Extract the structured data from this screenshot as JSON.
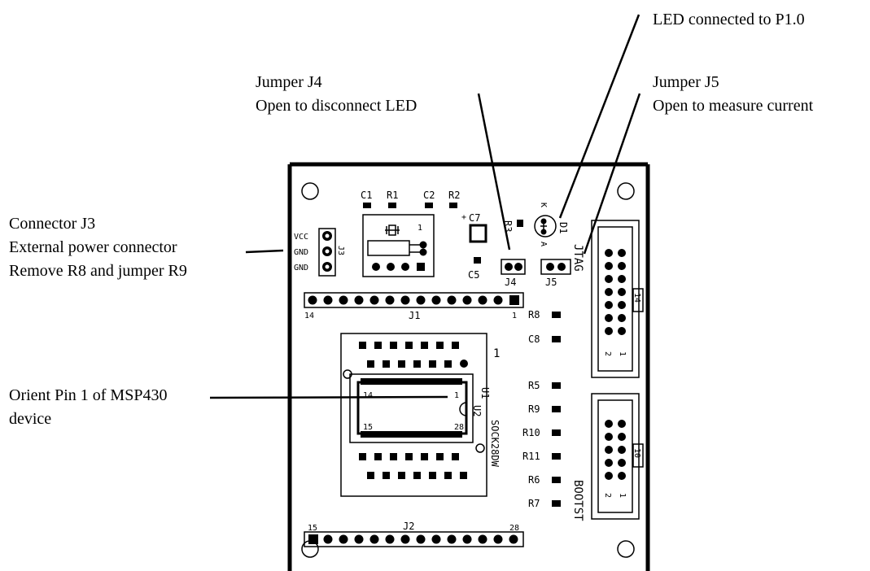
{
  "callouts": {
    "led": {
      "line1": "LED connected to P1.0"
    },
    "j4": {
      "line1": "Jumper J4",
      "line2": "Open to disconnect LED"
    },
    "j5": {
      "line1": "Jumper J5",
      "line2": "Open to measure current"
    },
    "j3": {
      "line1": "Connector J3",
      "line2": "External power connector",
      "line3": "Remove R8 and jumper R9"
    },
    "pin1": {
      "line1": "Orient Pin 1 of MSP430",
      "line2": "device"
    }
  },
  "silkscreen": {
    "c1": "C1",
    "r1": "R1",
    "c2": "C2",
    "r2": "R2",
    "c7": "C7",
    "c7_plus": "+",
    "r3": "R3",
    "d1": "D1",
    "led_k": "K",
    "led_a": "A",
    "c5": "C5",
    "j4": "J4",
    "j5": "J5",
    "jtag": "JTAG",
    "j3": "J3",
    "vcc": "VCC",
    "gnd1": "GND",
    "gnd2": "GND",
    "j1": "J1",
    "j1_left": "14",
    "j1_right": "1",
    "j2": "J2",
    "j2_left": "15",
    "j2_right": "28",
    "r8": "R8",
    "c8": "C8",
    "r5": "R5",
    "r9": "R9",
    "r10": "R10",
    "r11": "R11",
    "r6": "R6",
    "r7": "R7",
    "socket_pin1": "1",
    "u1": "U1",
    "u2": "U2",
    "sock": "SOCK28DW",
    "chip_14": "14",
    "chip_1": "1",
    "chip_15": "15",
    "chip_28": "28",
    "jtag_pins": "14",
    "jtag_1": "1",
    "jtag_2": "2",
    "bootst": "BOOTST",
    "bootst_pins": "10",
    "bootst_1": "1",
    "bootst_2": "2",
    "xtal_1": "1"
  }
}
